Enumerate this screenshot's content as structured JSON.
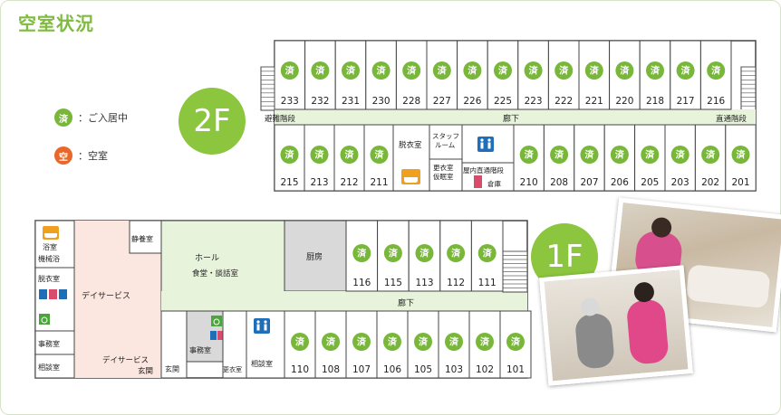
{
  "page": {
    "title": "空室状況"
  },
  "legend": {
    "occupied_mark": "済",
    "occupied_label": "：ご入居中",
    "vacant_mark": "空",
    "vacant_label": "：空室"
  },
  "colors": {
    "occupied": "#79b73a",
    "vacant": "#e8672a",
    "hall": "#e8f3dc",
    "service": "#fbe7df",
    "kitchen": "#d9d9d9",
    "wall": "#444444",
    "accent": "#7fbb3f"
  },
  "floor2": {
    "label": "2F",
    "top_rooms": [
      "233",
      "232",
      "231",
      "230",
      "228",
      "227",
      "226",
      "225",
      "223",
      "222",
      "221",
      "220",
      "218",
      "217",
      "216"
    ],
    "top_status": "済",
    "bottom_rooms": [
      "215",
      "213",
      "212",
      "211",
      "210",
      "208",
      "207",
      "206",
      "205",
      "203",
      "202",
      "201"
    ],
    "bottom_status": "済",
    "labels": {
      "evacuation_stairs": "避難階段",
      "corridor": "廊下",
      "direct_stairs": "直通階段",
      "changing_room": "脱衣室",
      "staff_room": "スタッフルーム",
      "changing_room_2": "更衣室",
      "nap_room": "仮眠室",
      "indoor_stairs": "屋内直通階段",
      "storage": "倉庫"
    }
  },
  "floor1": {
    "label": "1F",
    "top_rooms": [
      "116",
      "115",
      "113",
      "112",
      "111"
    ],
    "top_status": "済",
    "bottom_rooms": [
      "110",
      "108",
      "107",
      "106",
      "105",
      "103",
      "102",
      "101"
    ],
    "bottom_status": "済",
    "labels": {
      "bath": "浴室",
      "bath_machine": "機械浴",
      "changing_room": "脱衣室",
      "quiet_room": "静養室",
      "day_service": "デイサービス",
      "office": "事務室",
      "consult_room": "相談室",
      "day_service_entrance": "デイサービス玄関",
      "hall": "ホール",
      "dining": "食堂・談話室",
      "kitchen": "厨房",
      "corridor": "廊下",
      "office_2": "事務室",
      "entrance": "玄関",
      "changing_room_2": "更衣室",
      "consult_room_2": "相談室"
    }
  },
  "icons": [
    "toilet-icon",
    "wheelchair-icon",
    "bathtub-icon"
  ]
}
